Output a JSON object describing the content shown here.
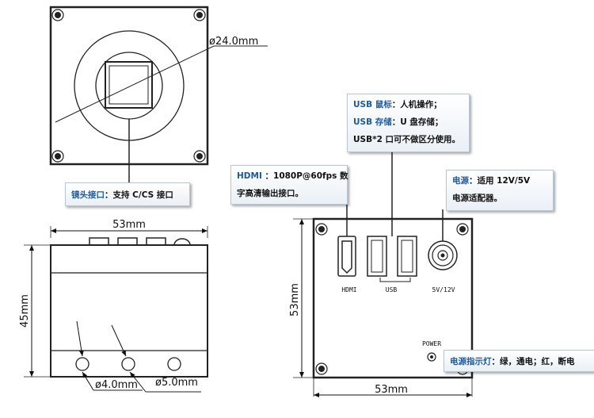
{
  "dimensions": {
    "lens_diameter": "ø24.0mm",
    "side_width": "53mm",
    "side_height": "45mm",
    "hole_small": "ø4.0mm",
    "hole_large": "ø5.0mm",
    "back_width": "53mm",
    "back_height": "53mm"
  },
  "ports": {
    "hdmi": "HDMI",
    "usb": "USB",
    "power_jack": "5V/12V",
    "power_led": "POWER"
  },
  "callouts": {
    "lens": {
      "key": "镜头接口",
      "text": "：支持 C/CS 接口"
    },
    "hdmi": {
      "key": "HDMI",
      "line1": " ：1080P@60fps 数",
      "line2": "字高清输出接口。"
    },
    "usb": {
      "key1": "USB 鼠标",
      "text1": "：人机操作；",
      "key2": "USB 存储",
      "text2": "：U 盘存储；",
      "line3": "USB*2 口可不做区分使用。"
    },
    "power": {
      "key": "电源",
      "line1": "：适用 12V/5V",
      "line2": "电源适配器。"
    },
    "led": {
      "key": "电源指示灯",
      "text": "：绿，通电；红，断电"
    }
  },
  "colors": {
    "accent": "#1f5a9a",
    "line": "#222222"
  }
}
